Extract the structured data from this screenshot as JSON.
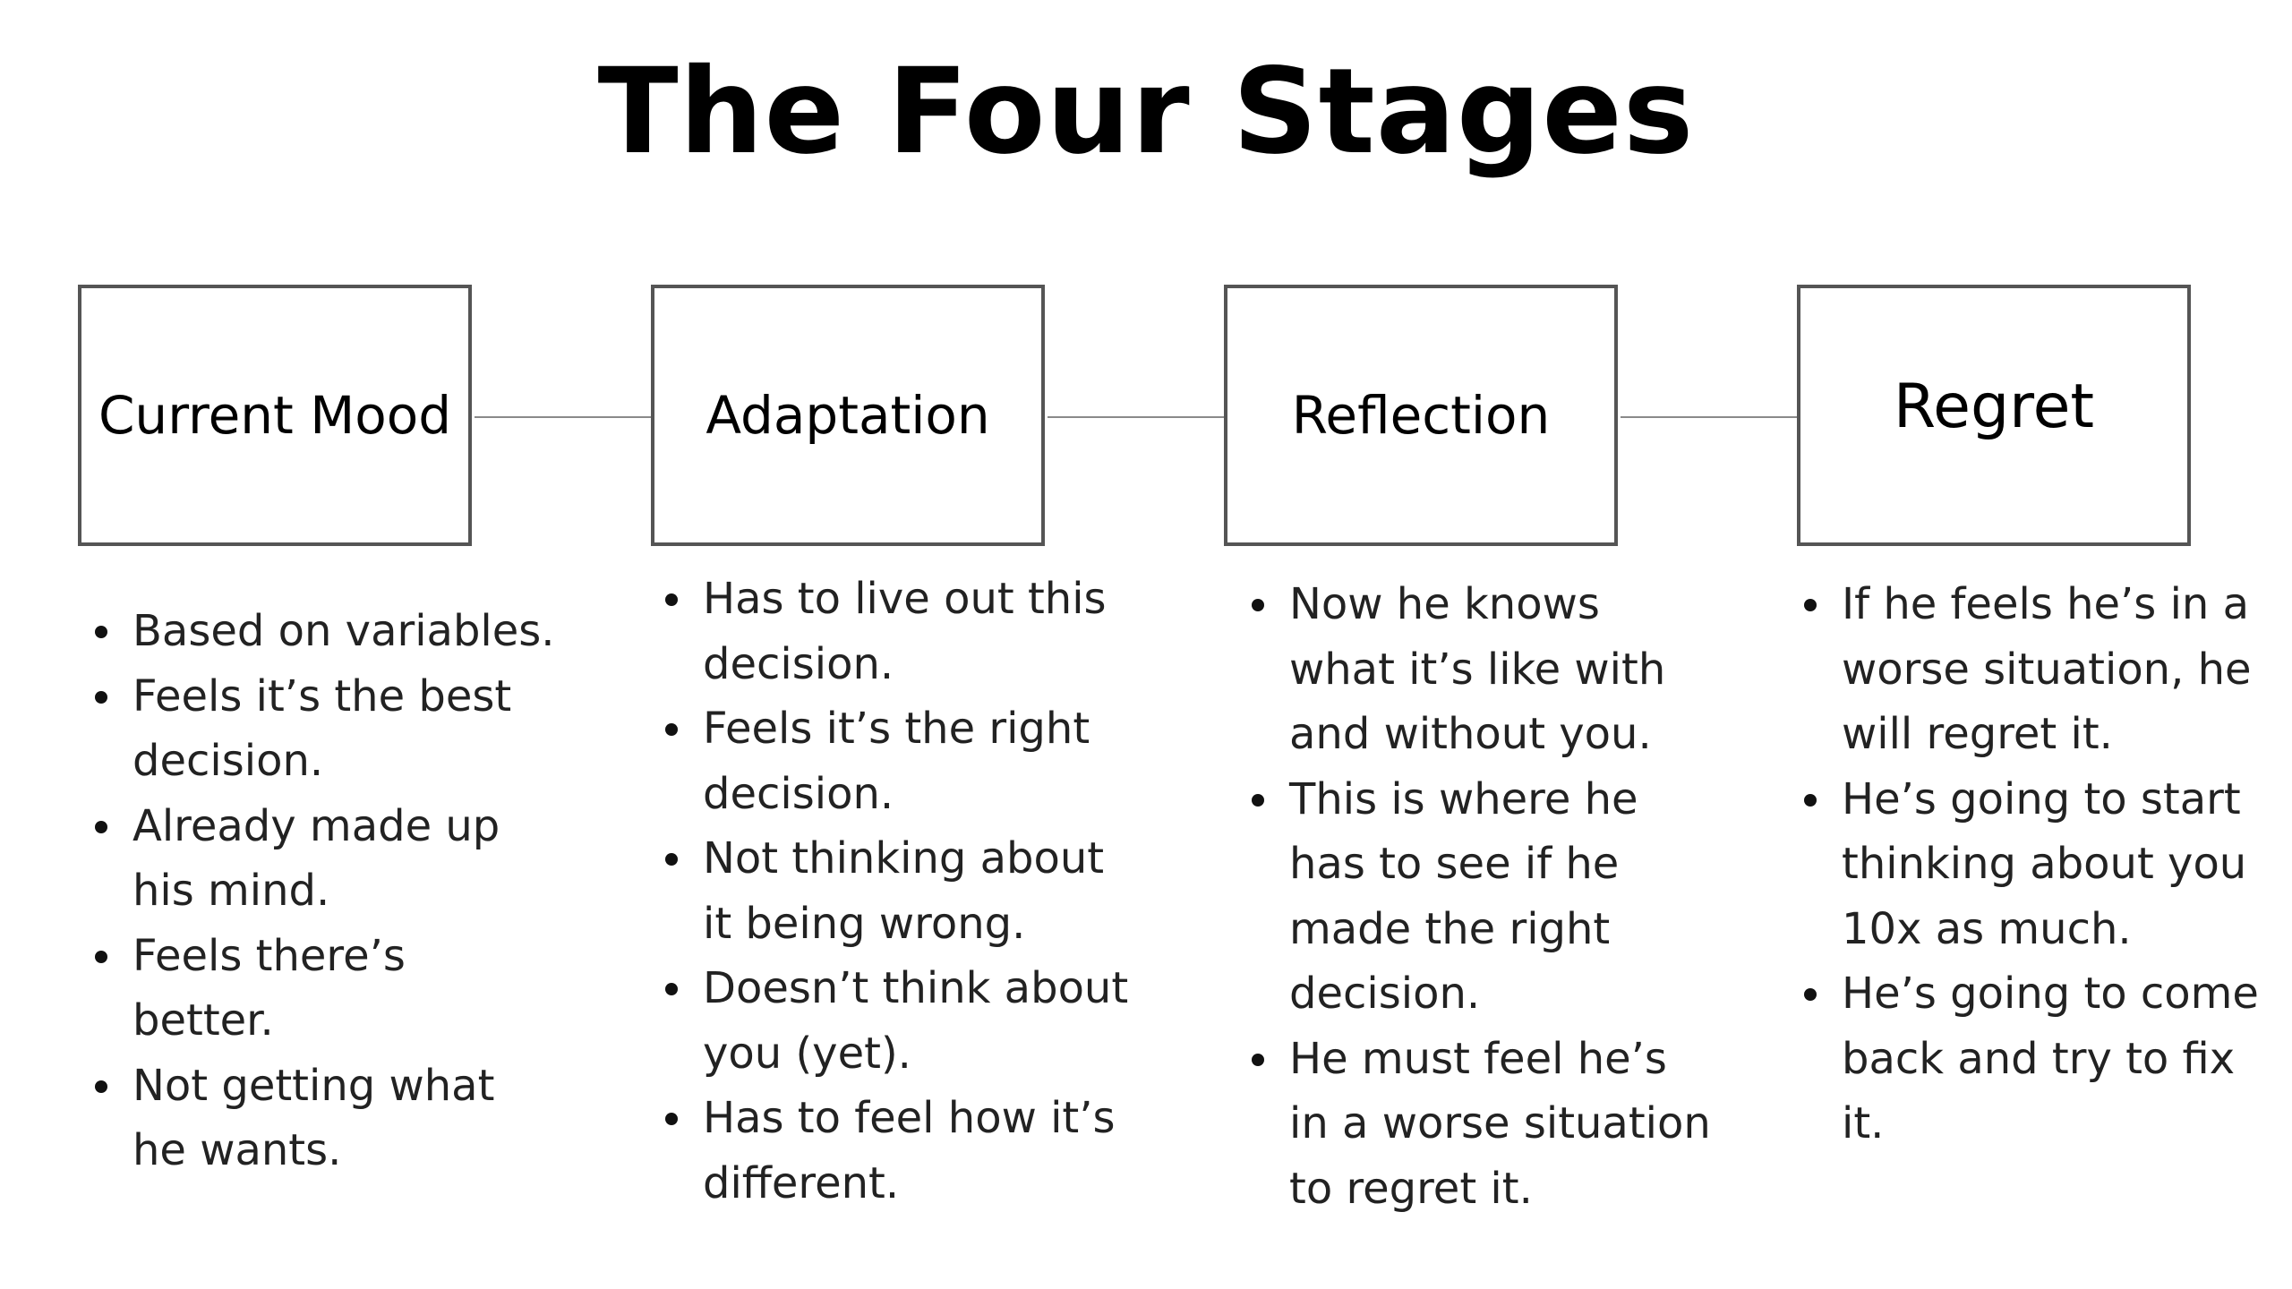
{
  "title": "The Four Stages",
  "stages": [
    {
      "label": "Current Mood",
      "bullets": [
        "Based on variables.",
        "Feels it’s the best decision.",
        "Already made up his mind.",
        "Feels there’s better.",
        "Not getting what he wants."
      ]
    },
    {
      "label": "Adaptation",
      "bullets": [
        "Has to live out this decision.",
        "Feels it’s the right decision.",
        "Not thinking about it being wrong.",
        "Doesn’t think about you (yet).",
        "Has to feel how it’s different."
      ]
    },
    {
      "label": "Reflection",
      "bullets": [
        "Now he knows what it’s like with and without you.",
        "This is where he has to see if he made the right decision.",
        "He must feel he’s in a worse situation to regret it."
      ]
    },
    {
      "label": "Regret",
      "bullets": [
        "If he feels he’s in a worse situation, he will regret it.",
        "He’s going to start thinking about you 10x as much.",
        "He’s going to come back and try to fix it."
      ]
    }
  ]
}
